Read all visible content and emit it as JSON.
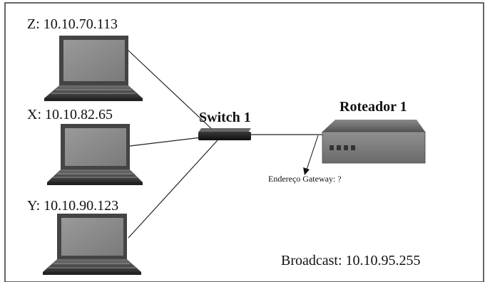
{
  "hosts": [
    {
      "id": "Z",
      "label": "Z: 10.10.70.113"
    },
    {
      "id": "X",
      "label": "X: 10.10.82.65"
    },
    {
      "id": "Y",
      "label": "Y: 10.10.90.123"
    }
  ],
  "switch": {
    "label": "Switch 1"
  },
  "router": {
    "label": "Roteador 1"
  },
  "gateway": {
    "label": "Endereço Gateway: ?"
  },
  "broadcast": {
    "label": "Broadcast: 10.10.95.255"
  }
}
